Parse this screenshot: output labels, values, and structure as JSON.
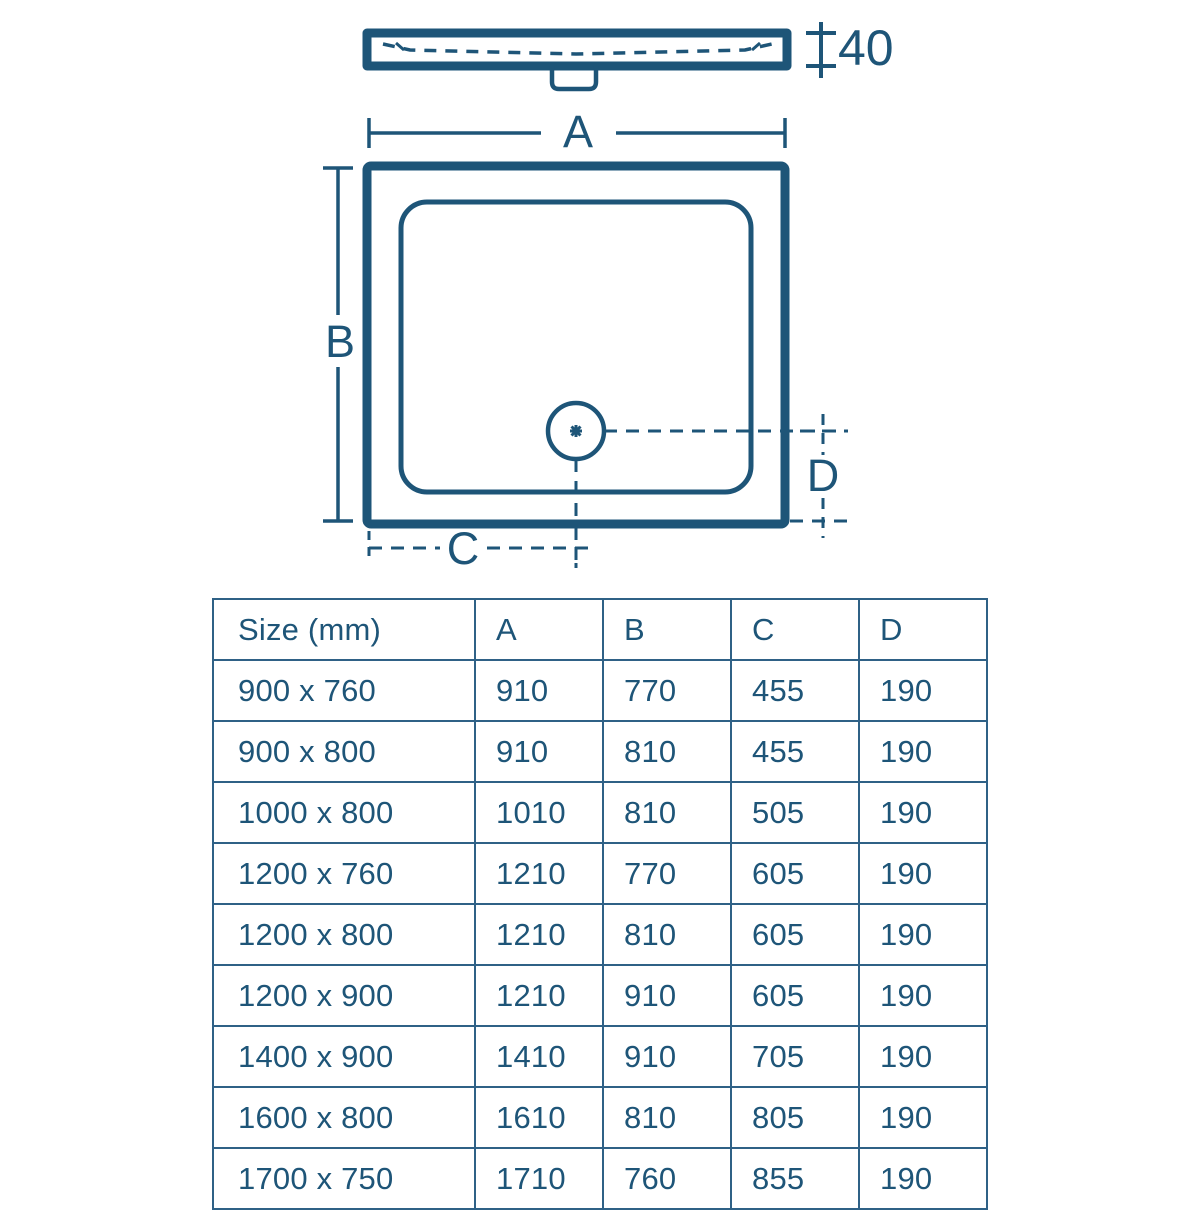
{
  "drawing": {
    "title": "shower-tray-technical-drawing",
    "colors": {
      "line": "#1e5578",
      "line_light": "#2f6186",
      "background": "#ffffff"
    },
    "side_view": {
      "thickness_label": "40",
      "callouts": [
        "40"
      ]
    },
    "plan_view": {
      "dimension_labels": {
        "A": "A",
        "B": "B",
        "C": "C",
        "D": "D"
      }
    },
    "labels": {
      "a": "A",
      "b": "B",
      "c": "C",
      "d": "D",
      "height": "40"
    }
  },
  "table": {
    "headers": [
      "Size (mm)",
      "A",
      "B",
      "C",
      "D"
    ],
    "rows": [
      {
        "size": "900 x 760",
        "a": "910",
        "b": "770",
        "c": "455",
        "d": "190"
      },
      {
        "size": "900 x 800",
        "a": "910",
        "b": "810",
        "c": "455",
        "d": "190"
      },
      {
        "size": "1000 x 800",
        "a": "1010",
        "b": "810",
        "c": "505",
        "d": "190"
      },
      {
        "size": "1200 x 760",
        "a": "1210",
        "b": "770",
        "c": "605",
        "d": "190"
      },
      {
        "size": "1200 x 800",
        "a": "1210",
        "b": "810",
        "c": "605",
        "d": "190"
      },
      {
        "size": "1200 x 900",
        "a": "1210",
        "b": "910",
        "c": "605",
        "d": "190"
      },
      {
        "size": "1400 x 900",
        "a": "1410",
        "b": "910",
        "c": "705",
        "d": "190"
      },
      {
        "size": "1600 x 800",
        "a": "1610",
        "b": "810",
        "c": "805",
        "d": "190"
      },
      {
        "size": "1700 x 750",
        "a": "1710",
        "b": "760",
        "c": "855",
        "d": "190"
      }
    ]
  }
}
